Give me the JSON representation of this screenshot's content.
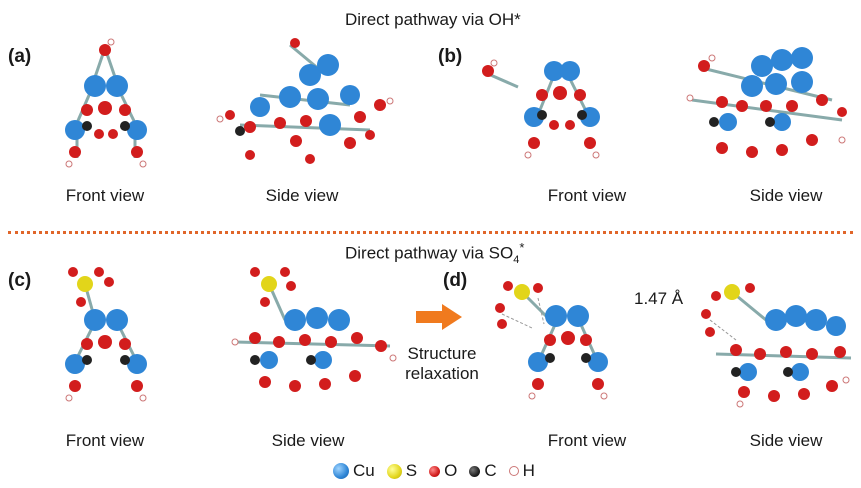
{
  "titles": {
    "top": "Direct pathway via OH*",
    "bottom_main": "Direct pathway via SO",
    "bottom_sub": "4",
    "bottom_sup": "*"
  },
  "panels": [
    {
      "label": "(a)"
    },
    {
      "label": "(b)"
    },
    {
      "label": "(c)"
    },
    {
      "label": "(d)"
    }
  ],
  "captions": {
    "a_front": "Front view",
    "a_side": "Side view",
    "b_front": "Front view",
    "b_side": "Side view",
    "c_front": "Front view",
    "c_side": "Side view",
    "d_front": "Front view",
    "d_side": "Side view"
  },
  "relaxation": {
    "line1": "Structure",
    "line2": "relaxation"
  },
  "bond_length": "1.47 Å",
  "legend": [
    {
      "symbol": "Cu",
      "color": "#2f86d6"
    },
    {
      "symbol": "S",
      "color": "#e2d51a"
    },
    {
      "symbol": "O",
      "color": "#d21d1d"
    },
    {
      "symbol": "C",
      "color": "#222222"
    },
    {
      "symbol": "H",
      "color": "#ffffff"
    }
  ],
  "colors": {
    "divider": "#e0662a",
    "arrow": "#f07a1e"
  }
}
